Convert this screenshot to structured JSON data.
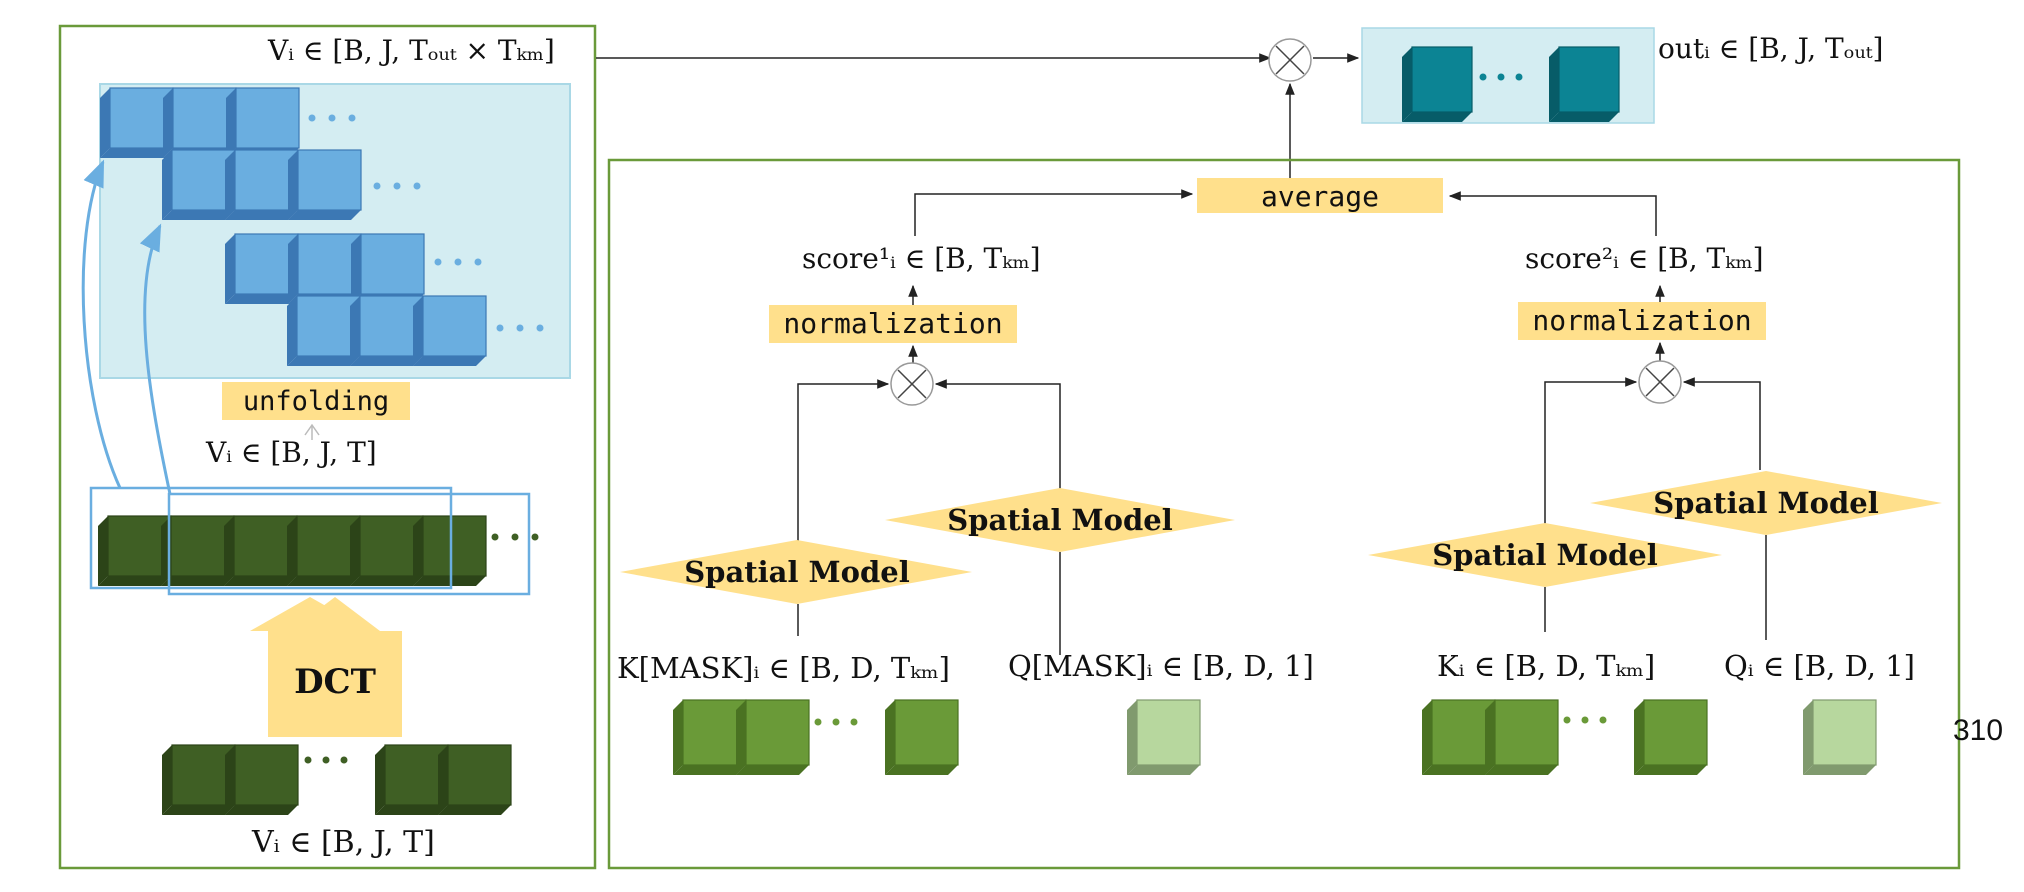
{
  "colors": {
    "panel_border": "#6a9a3a",
    "light_blue_area": "#d4edf2",
    "blue_block": "#6aaee0",
    "blue_block_side": "#3c78b4",
    "dark_green_block": "#3f5f24",
    "dark_green_side": "#2c4418",
    "mid_green_block": "#6a9a38",
    "mid_green_side": "#4a7222",
    "light_green_block": "#b7d79e",
    "light_green_side": "#809a6e",
    "teal_block": "#0c8494",
    "teal_side": "#075c68",
    "yellow_label": "#ffe08c",
    "arrow_blue": "#6aaee0"
  },
  "labels": {
    "v_unfolded": "Vᵢ ∈ [B, J, Tₒᵤₜ × Tₖₘ]",
    "unfolding": "unfolding",
    "v_dct": "Vᵢ ∈ [B, J, T]",
    "dct": "DCT",
    "v_input": "Vᵢ ∈ [B, J, T]",
    "out": "outᵢ ∈ [B, J, Tₒᵤₜ]",
    "average": "average",
    "score1": "score¹ᵢ ∈ [B, Tₖₘ]",
    "score2": "score²ᵢ ∈ [B, Tₖₘ]",
    "normalization_left": "normalization",
    "normalization_right": "normalization",
    "spatial_model_1": "Spatial Model",
    "spatial_model_2": "Spatial Model",
    "spatial_model_3": "Spatial Model",
    "spatial_model_4": "Spatial Model",
    "k_mask": "K[MASK]ᵢ ∈ [B, D, Tₖₘ]",
    "q_mask": "Q[MASK]ᵢ ∈ [B, D, 1]",
    "k_i": "Kᵢ ∈ [B, D, Tₖₘ]",
    "q_i": "Qᵢ ∈ [B, D, 1]",
    "page_number": "310"
  },
  "icons": {
    "multiply": "circled-times-icon",
    "ellipsis": "dots-icon"
  }
}
